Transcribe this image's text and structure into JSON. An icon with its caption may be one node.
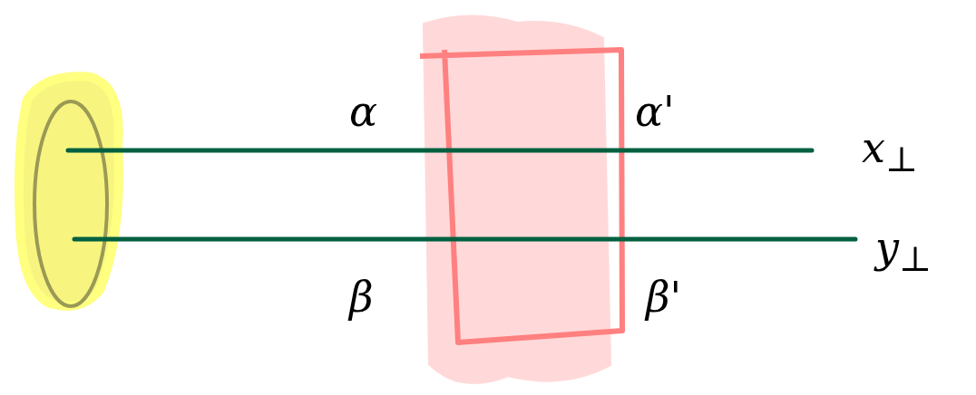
{
  "diagram": {
    "labels": [
      "α",
      "α'",
      "x$_{⊥}$",
      "y$_{⊥}$",
      "β",
      "β'"
    ]
  }
}
